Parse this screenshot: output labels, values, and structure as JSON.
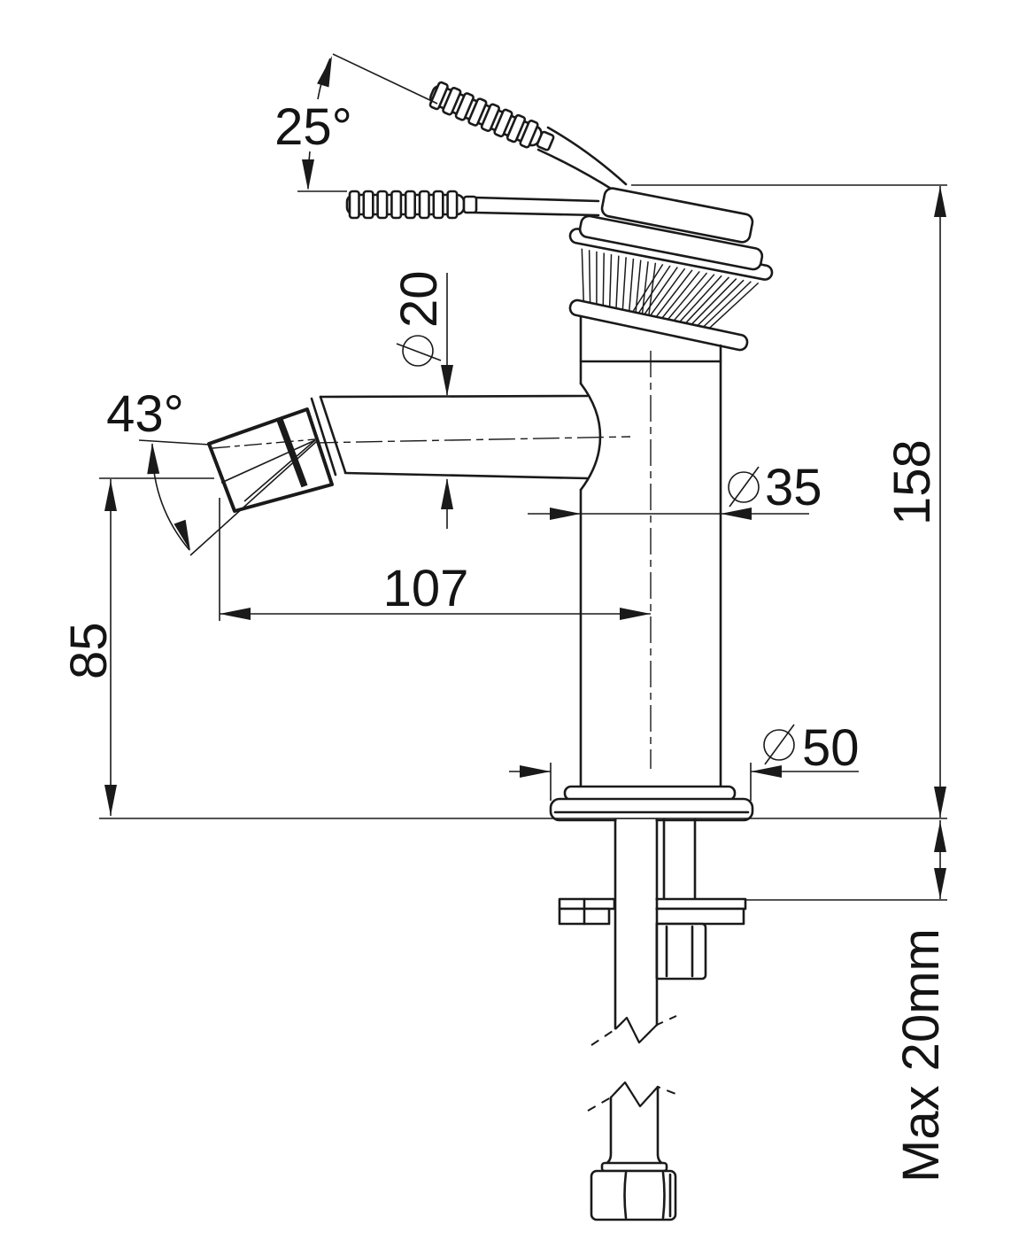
{
  "drawing": {
    "dimensions": {
      "handle_angle": "25°",
      "spout_angle": "43°",
      "spout_diameter": "20",
      "body_diameter": "35",
      "base_diameter": "50",
      "spout_reach": "107",
      "outlet_height": "85",
      "total_height": "158",
      "max_mounting_thickness": "Max 20mm"
    },
    "diameter_symbol": "circle-with-slash",
    "colors": {
      "line": "#1a1a1a",
      "background": "#ffffff"
    }
  }
}
